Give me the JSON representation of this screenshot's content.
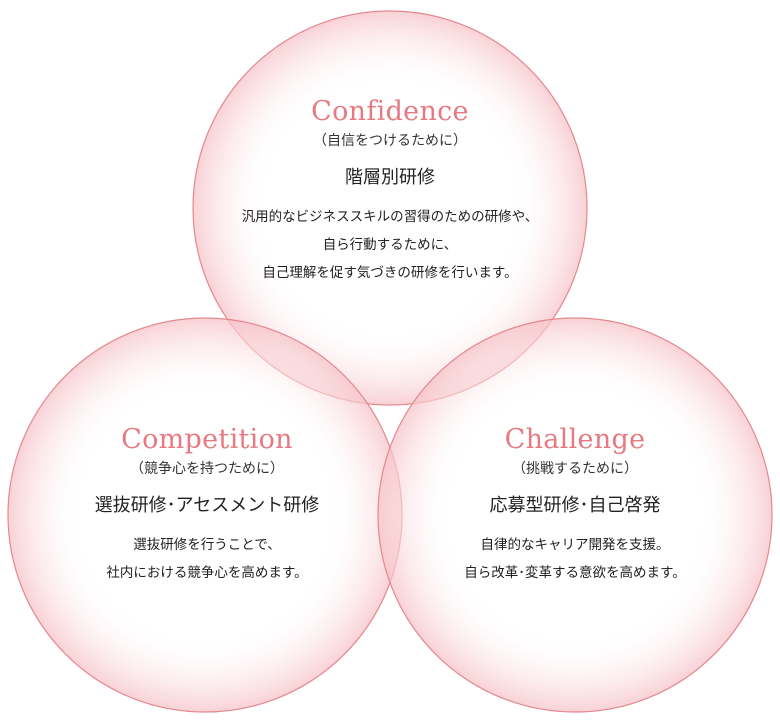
{
  "colors": {
    "title": "#e67a80",
    "ring_stroke": "#e48890",
    "ring_fill_edge": "#f6c3c8",
    "text": "#222222"
  },
  "circles": [
    {
      "id": "confidence",
      "title": "Confidence",
      "subtitle": "（自信をつけるために）",
      "heading": "階層別研修",
      "lines": [
        "汎用的なビジネススキルの習得のための研修や、",
        "自ら行動するために、",
        "自己理解を促す気づきの研修を行います。"
      ]
    },
    {
      "id": "competition",
      "title": "Competition",
      "subtitle": "（競争心を持つために）",
      "heading": "選抜研修･アセスメント研修",
      "lines": [
        "選抜研修を行うことで、",
        "社内における競争心を高めます。"
      ]
    },
    {
      "id": "challenge",
      "title": "Challenge",
      "subtitle": "（挑戦するために）",
      "heading": "応募型研修･自己啓発",
      "lines": [
        "自律的なキャリア開発を支援。",
        "自ら改革･変革する意欲を高めます。"
      ]
    }
  ]
}
